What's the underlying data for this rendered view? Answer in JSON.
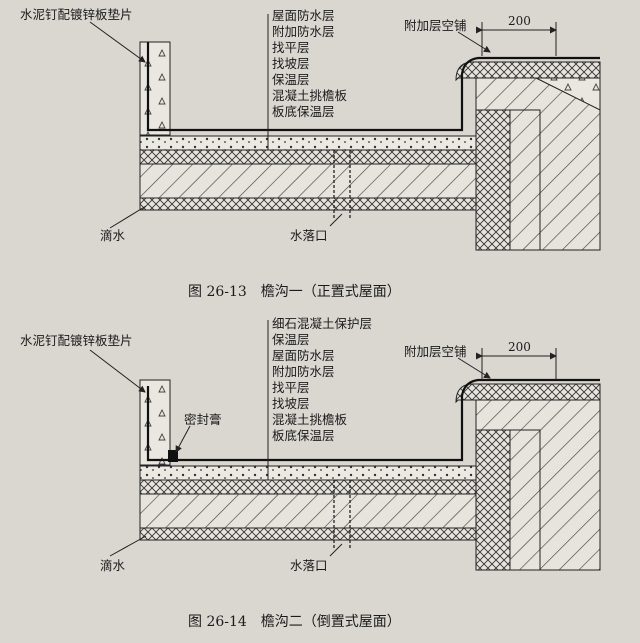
{
  "figure1": {
    "caption": "图 26-13　檐沟一（正置式屋面）",
    "left_label": "水泥钉配镀锌板垫片",
    "layers": [
      "屋面防水层",
      "附加防水层",
      "找平层",
      "找坡层",
      "保温层",
      "混凝土挑檐板",
      "板底保温层"
    ],
    "right_label": "附加层空铺",
    "dimension": "200",
    "drip_label": "滴水",
    "outlet_label": "水落口"
  },
  "figure2": {
    "caption": "图 26-14　檐沟二（倒置式屋面）",
    "left_label": "水泥钉配镀锌板垫片",
    "layers": [
      "细石混凝土保护层",
      "保温层",
      "屋面防水层",
      "附加防水层",
      "找平层",
      "找坡层",
      "混凝土挑檐板",
      "板底保温层"
    ],
    "sealant_label": "密封膏",
    "right_label": "附加层空铺",
    "dimension": "200",
    "drip_label": "滴水",
    "outlet_label": "水落口"
  }
}
